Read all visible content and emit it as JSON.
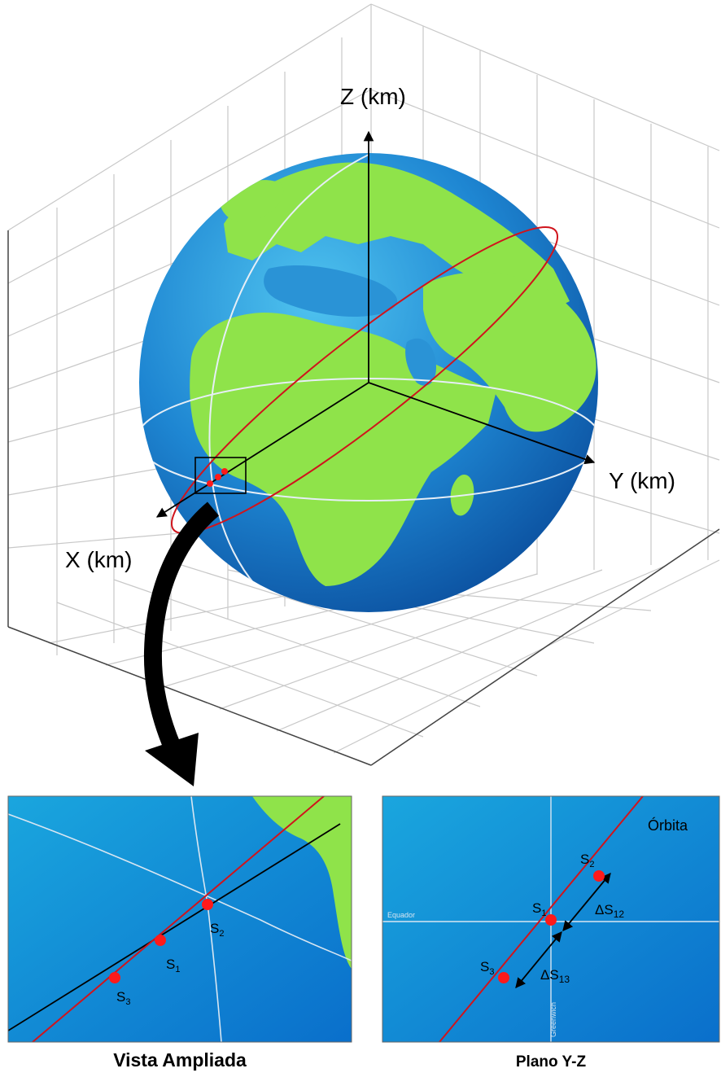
{
  "axes": {
    "z_label": "Z (km)",
    "y_label": "Y (km)",
    "x_label": "X (km)"
  },
  "zoom_view": {
    "title": "Vista Ampliada",
    "points": [
      {
        "label": "S",
        "sub": "2"
      },
      {
        "label": "S",
        "sub": "1"
      },
      {
        "label": "S",
        "sub": "3"
      }
    ]
  },
  "plane_view": {
    "title": "Plano Y-Z",
    "orbit_label": "Órbita",
    "equator_label": "Equador",
    "meridian_label": "Greenwich",
    "points": [
      {
        "label": "S",
        "sub": "2"
      },
      {
        "label": "S",
        "sub": "1"
      },
      {
        "label": "S",
        "sub": "3"
      }
    ],
    "distances": [
      {
        "label": "ΔS",
        "sub": "12"
      },
      {
        "label": "ΔS",
        "sub": "13"
      }
    ]
  },
  "colors": {
    "ocean": "#1f7fd0",
    "land": "#8fe34a",
    "orbit": "#d0141c",
    "satellite": "#ff1a1a",
    "grid": "#c8c8c8"
  }
}
